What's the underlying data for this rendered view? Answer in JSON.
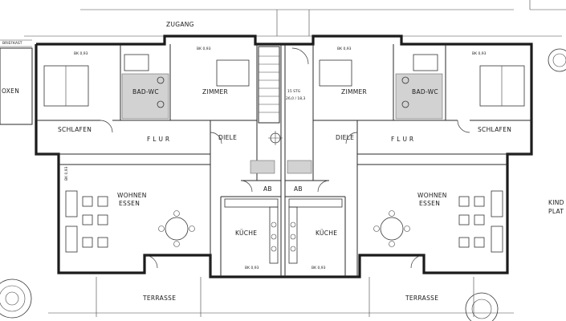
{
  "labels": {
    "zugang": "ZUGANG",
    "briefkast": "BRIEFKAST",
    "oxen": "OXEN",
    "schlafen_l": "SCHLAFEN",
    "bad_wc_l": "BAD-WC",
    "zimmer_l": "ZIMMER",
    "flur_l": "F L U R",
    "diele_l": "DIELE",
    "wohnen_l": "WOHNEN",
    "essen_l": "ESSEN",
    "kueche_l": "KÜCHE",
    "ab_l": "AB",
    "terrasse_l": "TERRASSE",
    "stieg_a": "15 STG",
    "stieg_b": "26,0 / 18,3",
    "zimmer_r": "ZIMMER",
    "bad_wc_r": "BAD-WC",
    "schlafen_r": "SCHLAFEN",
    "flur_r": "F L U R",
    "diele_r": "DIELE",
    "wohnen_r": "WOHNEN",
    "essen_r": "ESSEN",
    "kueche_r": "KÜCHE",
    "ab_r": "AB",
    "terrasse_r": "TERRASSE",
    "kind_a": "KIND",
    "kind_b": "PLAT",
    "bk1": "BK 0,93",
    "bk2": "BK 0,93",
    "bk3": "BK 0,93",
    "bk4": "BK 0,93",
    "bk5": "BK 0,93",
    "bk6": "BK 0,93",
    "bk7": "BK 0,93"
  }
}
